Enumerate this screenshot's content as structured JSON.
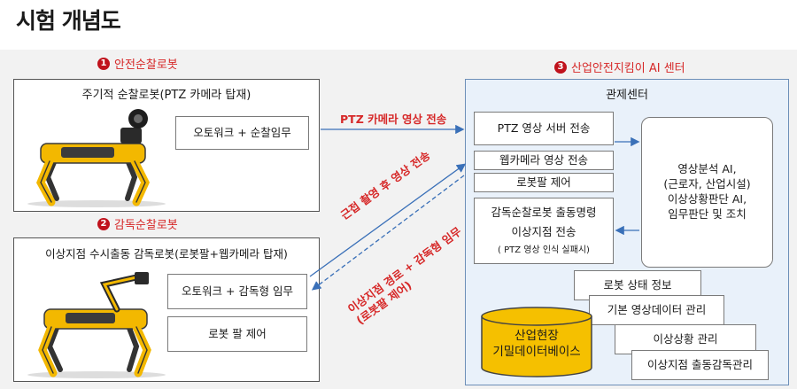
{
  "page_title": "시험 개념도",
  "section1": {
    "number": "1",
    "label": "안전순찰로봇",
    "panel_title": "주기적 순찰로봇(PTZ 카메라 탑재)",
    "task": "오토워크 + 순찰임무"
  },
  "section2": {
    "number": "2",
    "label": "감독순찰로봇",
    "panel_title": "이상지점 수시출동 감독로봇(로봇팔+웹카메라  탑재)",
    "task1": "오토워크 + 감독형 임무",
    "task2": "로봇 팔 제어"
  },
  "section3": {
    "number": "3",
    "label": "산업안전지킴이 AI 센터",
    "panel_title": "관제센터",
    "ptz_server": "PTZ 영상 서버 전송",
    "webcam_stream": "웹카메라 영상  전송",
    "arm_control": "로봇팔 제어",
    "dispatch_line1": "감독순찰로봇 출동명령",
    "dispatch_line2": "이상지점 전송",
    "dispatch_note": "( PTZ 영상 인식 실패시)",
    "analysis_lines": [
      "영상분석 AI,",
      "(근로자, 산업시설)",
      "이상상황판단 AI,",
      "임무판단 및 조치"
    ],
    "db_line1": "산업현장",
    "db_line2": "기밀데이터베이스",
    "stack": [
      "로봇 상태 정보",
      "기본 영상데이터 관리",
      "이상상황 관리",
      "이상지점 출동감독관리"
    ]
  },
  "arrows": {
    "ptz_transmit": "PTZ 카메라 영상 전송",
    "closeup_transmit": "근접 촬영 후 영상 전송",
    "route_line1": "이상지점 경로 + 감독형 임무",
    "route_line2": "(로봇팔 제어)"
  },
  "colors": {
    "accent_red": "#d62828",
    "arrow_blue": "#3a70b8",
    "center_fill": "#e9f1fa",
    "db_fill": "#f5c000"
  }
}
